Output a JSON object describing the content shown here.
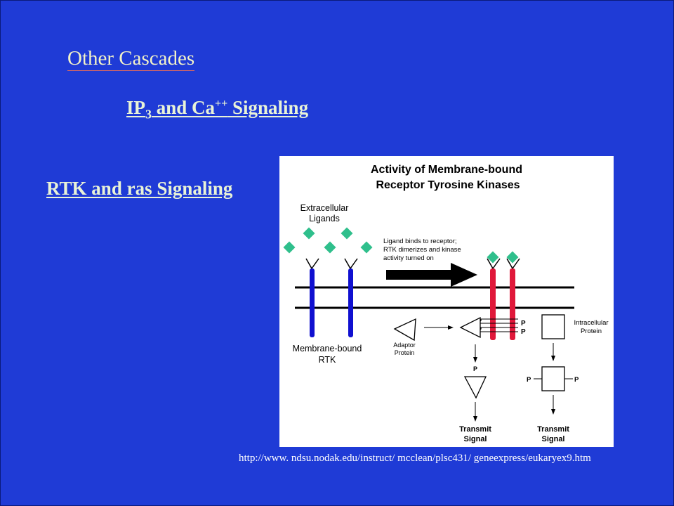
{
  "slide": {
    "title": "Other Cascades",
    "link_ip3": {
      "ip": "IP",
      "sub": "3",
      "and_ca": " and Ca",
      "sup": "++",
      "signaling": " Signaling"
    },
    "link_rtk": "RTK and ras Signaling ",
    "source_url": "http://www. ndsu.nodak.edu/instruct/ mcclean/plsc431/ geneexpress/eukaryex9.htm"
  },
  "figure": {
    "title_line1": "Activity of Membrane-bound",
    "title_line2": "Receptor Tyrosine Kinases",
    "ligand_label_1": "Extracellular",
    "ligand_label_2": "Ligands",
    "arrow_text_1": "Ligand binds to receptor;",
    "arrow_text_2": "RTK dimerizes and kinase",
    "arrow_text_3": "activity turned on",
    "rtk_label_1": "Membrane-bound",
    "rtk_label_2": "RTK",
    "adaptor_label_1": "Adaptor",
    "adaptor_label_2": "Protein",
    "intracellular_label_1": "Intracellular",
    "intracellular_label_2": "Protein",
    "phospho": "P",
    "transmit_1": "Transmit",
    "transmit_2": "Signal",
    "colors": {
      "receptor_inactive": "#1010d0",
      "receptor_active": "#e0183a",
      "ligand": "#2fbf8c"
    }
  }
}
